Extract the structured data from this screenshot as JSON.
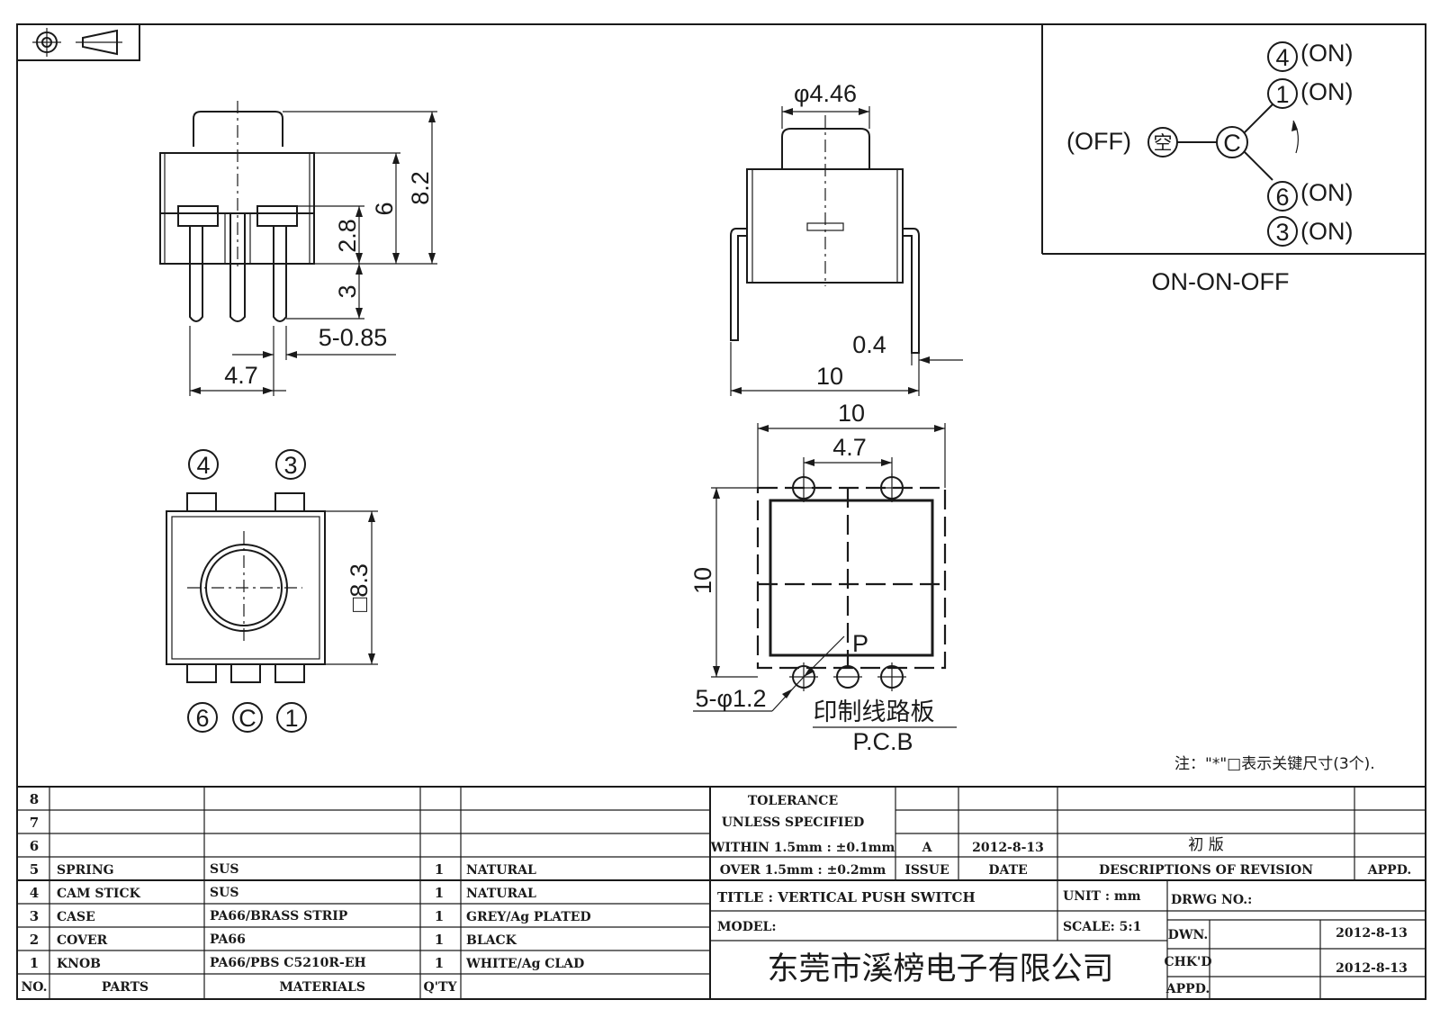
{
  "dims": {
    "d_846": "φ4.46",
    "h_82": "8.2",
    "h_6": "6",
    "h_28": "2.8",
    "h_3": "3",
    "pin_085": "5-0.85",
    "w_47_front": "4.7",
    "w_04": "0.4",
    "w_10_side": "10",
    "sq_83": "□8.3",
    "pcb_w10": "10",
    "pcb_w47": "4.7",
    "pcb_h10": "10",
    "pcb_p": "P",
    "pcb_holes": "5-φ1.2"
  },
  "pin_labels": {
    "p4": "4",
    "p3": "3",
    "p6": "6",
    "pc": "C",
    "p1": "1"
  },
  "pcb_label": {
    "cn": "印制线路板",
    "en": "P.C.B"
  },
  "schematic": {
    "n4": "4",
    "s4": "(ON)",
    "n1": "1",
    "s1": "(ON)",
    "off": "(OFF)",
    "empty": "空",
    "c": "C",
    "n6": "6",
    "s6": "(ON)",
    "n3": "3",
    "s3": "(ON)",
    "caption": "ON-ON-OFF"
  },
  "note": "注：\"*\"□表示关键尺寸(3个).",
  "bom": {
    "rows": [
      {
        "no": "8",
        "part": "",
        "material": "",
        "qty": "",
        "remark": ""
      },
      {
        "no": "7",
        "part": "",
        "material": "",
        "qty": "",
        "remark": ""
      },
      {
        "no": "6",
        "part": "",
        "material": "",
        "qty": "",
        "remark": ""
      },
      {
        "no": "5",
        "part": "SPRING",
        "material": "SUS",
        "qty": "1",
        "remark": "NATURAL"
      },
      {
        "no": "4",
        "part": "CAM STICK",
        "material": "SUS",
        "qty": "1",
        "remark": "NATURAL"
      },
      {
        "no": "3",
        "part": "CASE",
        "material": "PA66/BRASS STRIP",
        "qty": "1",
        "remark": "GREY/Ag PLATED"
      },
      {
        "no": "2",
        "part": "COVER",
        "material": "PA66",
        "qty": "1",
        "remark": "BLACK"
      },
      {
        "no": "1",
        "part": "KNOB",
        "material": "PA66/PBS C5210R-EH",
        "qty": "1",
        "remark": "WHITE/Ag CLAD"
      }
    ],
    "header": {
      "no": "NO.",
      "parts": "PARTS",
      "materials": "MATERIALS",
      "qty": "Q'TY"
    }
  },
  "tolerance": {
    "line1": "TOLERANCE",
    "line2": "UNLESS  SPECIFIED",
    "line3": "WITHIN 1.5mm : ±0.1mm",
    "line4": "OVER 1.5mm : ±0.2mm"
  },
  "revision": {
    "issue": "A",
    "date": "2012-8-13",
    "desc": "初 版",
    "issue_h": "ISSUE",
    "date_h": "DATE",
    "desc_h": "DESCRIPTIONS OF REVISION",
    "appd_h": "APPD."
  },
  "title_block": {
    "title": "TITLE :  VERTICAL PUSH SWITCH",
    "unit": "UNIT :  mm",
    "drwg": "DRWG NO.:",
    "model": "MODEL:",
    "scale": "SCALE:  5:1",
    "dwn": "DWN.",
    "dwn_date": "2012-8-13",
    "chkd": "CHK'D",
    "chkd_date": "2012-8-13",
    "appd": "APPD.",
    "company": "东莞市溪榜电子有限公司"
  }
}
